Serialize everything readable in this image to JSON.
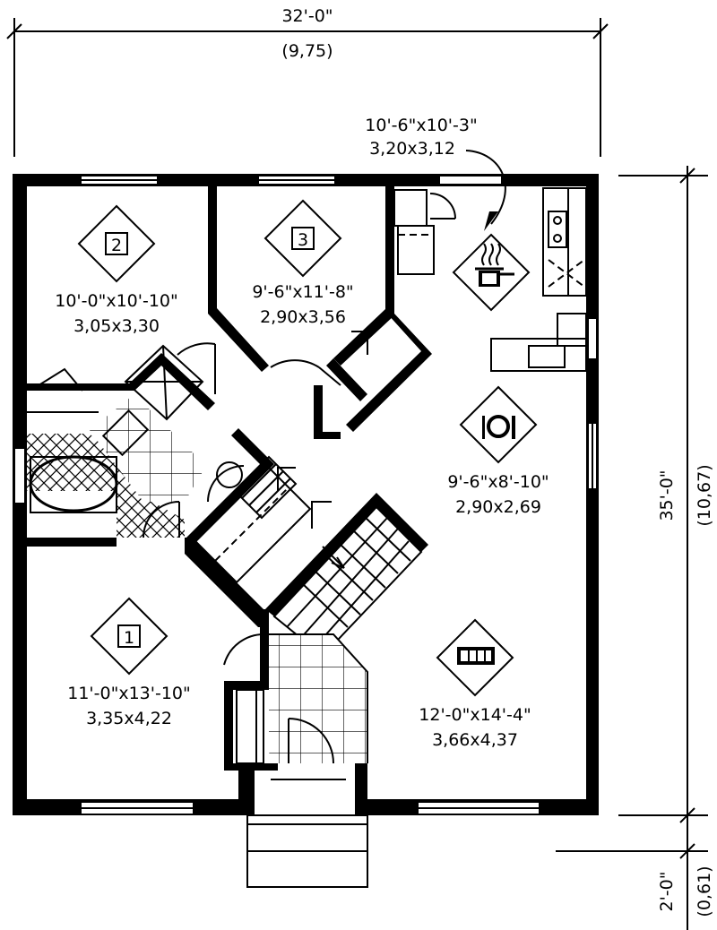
{
  "dimensions": {
    "top_imperial": "32'-0\"",
    "top_metric": "(9,75)",
    "right_imperial": "35'-0\"",
    "right_metric": "(10,67)",
    "porch_imperial": "2'-0\"",
    "porch_metric": "(0,61)"
  },
  "rooms": [
    {
      "id": "bedroom-2",
      "badge": "2",
      "size_imperial": "10'-0\"x10'-10\"",
      "size_metric": "3,05x3,30"
    },
    {
      "id": "bedroom-3",
      "badge": "3",
      "size_imperial": "9'-6\"x11'-8\"",
      "size_metric": "2,90x3,56"
    },
    {
      "id": "kitchen",
      "badge": "",
      "size_imperial": "10'-6\"x10'-3\"",
      "size_metric": "3,20x3,12"
    },
    {
      "id": "dining",
      "badge": "",
      "size_imperial": "9'-6\"x8'-10\"",
      "size_metric": "2,90x2,69"
    },
    {
      "id": "bedroom-1",
      "badge": "1",
      "size_imperial": "11'-0\"x13'-10\"",
      "size_metric": "3,35x4,22"
    },
    {
      "id": "living",
      "badge": "",
      "size_imperial": "12'-0\"x14'-4\"",
      "size_metric": "3,66x4,37"
    }
  ],
  "icons": {
    "kitchen": "cooking-pot-icon",
    "dining": "plate-fork-knife-icon",
    "living": "sofa-icon",
    "bedroom": "bed-number-icon"
  }
}
